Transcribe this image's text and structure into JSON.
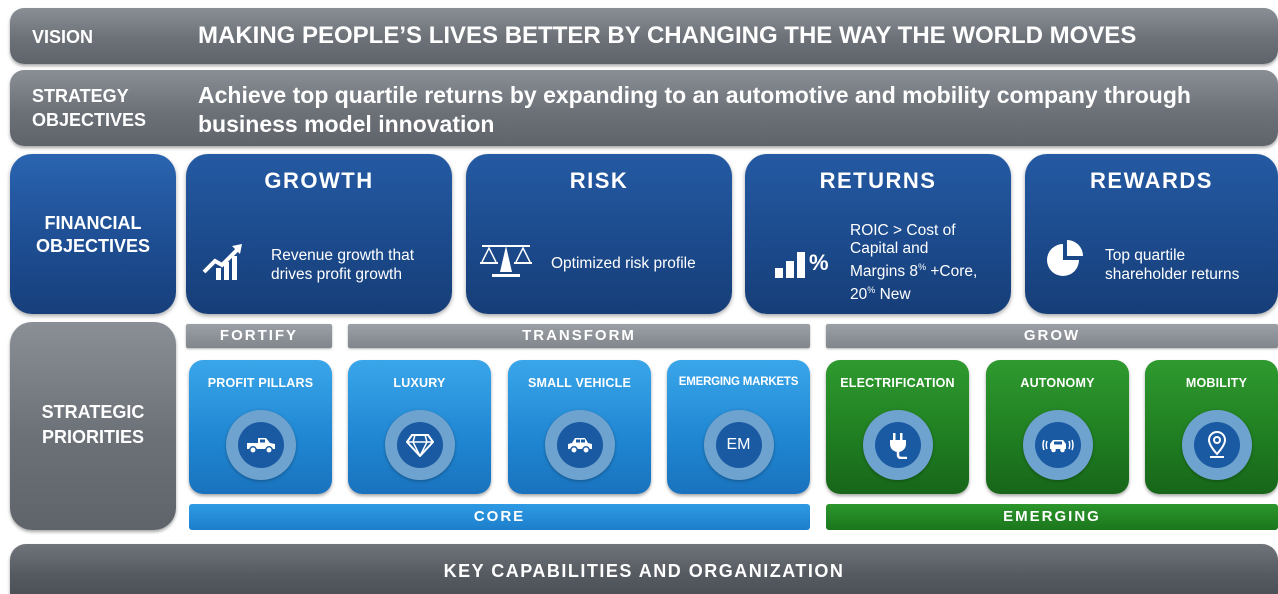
{
  "vision": {
    "label": "VISION",
    "text": "MAKING PEOPLE’S LIVES BETTER BY CHANGING THE WAY THE WORLD MOVES"
  },
  "strategy": {
    "label_line1": "STRATEGY",
    "label_line2": "OBJECTIVES",
    "text_line1": "Achieve top quartile returns by expanding to an automotive and mobility company through",
    "text_line2": "business model innovation"
  },
  "financial": {
    "label_line1": "FINANCIAL",
    "label_line2": "OBJECTIVES",
    "cards": [
      {
        "title": "GROWTH",
        "line1": "Revenue growth that",
        "line2": "drives profit growth",
        "icon": "growth-chart-icon"
      },
      {
        "title": "RISK",
        "line1": "Optimized risk profile",
        "icon": "balance-scale-icon"
      },
      {
        "title": "RETURNS",
        "line1": "ROIC > Cost of",
        "line2": "Capital and",
        "line3_pre": "Margins 8",
        "line3_sup": "%",
        "line3_post": " +Core,",
        "line4_pre": "20",
        "line4_sup": "%",
        "line4_post": " New",
        "icon": "percent-bars-icon"
      },
      {
        "title": "REWARDS",
        "line1": "Top quartile",
        "line2": "shareholder returns",
        "icon": "pie-chart-icon"
      }
    ]
  },
  "priorities": {
    "label_line1": "STRATEGIC",
    "label_line2": "PRIORITIES",
    "groups": {
      "fortify": "FORTIFY",
      "transform": "TRANSFORM",
      "grow": "GROW"
    },
    "tiles": [
      {
        "label": "PROFIT PILLARS",
        "icon": "pickup-truck-icon"
      },
      {
        "label": "LUXURY",
        "icon": "diamond-icon"
      },
      {
        "label": "SMALL VEHICLE",
        "icon": "small-car-icon"
      },
      {
        "label": "EMERGING MARKETS",
        "icon": "em-icon",
        "icon_text": "EM"
      },
      {
        "label": "ELECTRIFICATION",
        "icon": "electric-plug-icon"
      },
      {
        "label": "AUTONOMY",
        "icon": "autonomous-car-icon"
      },
      {
        "label": "MOBILITY",
        "icon": "location-pin-icon"
      }
    ],
    "core": "CORE",
    "emerging": "EMERGING"
  },
  "footer": {
    "text": "KEY CAPABILITIES AND ORGANIZATION"
  },
  "colors": {
    "dark_blue": "#1c4a8c",
    "light_blue": "#1f86d2",
    "green": "#1f7d21",
    "gray": "#6c7178"
  }
}
